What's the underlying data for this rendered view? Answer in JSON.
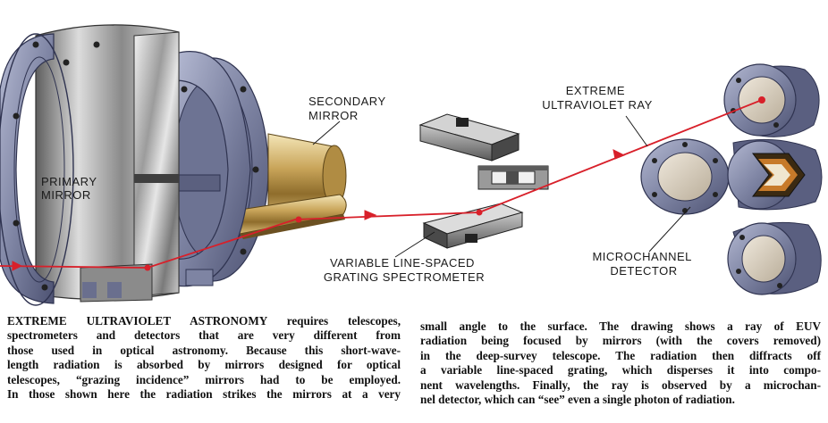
{
  "labels": {
    "secondary_mirror": [
      "SECONDARY",
      "MIRROR"
    ],
    "primary_mirror": [
      "PRIMARY",
      "MIRROR"
    ],
    "euv_ray": [
      "EXTREME",
      "ULTRAVIOLET RAY"
    ],
    "grating": [
      "VARIABLE LINE-SPACED",
      "GRATING SPECTROMETER"
    ],
    "detector": [
      "MICROCHANNEL",
      "DETECTOR"
    ]
  },
  "caption": {
    "left_lines": [
      "EXTREME ULTRAVIOLET ASTRONOMY requires telescopes,",
      "spectrometers and detectors that are very different from",
      "those used in optical astronomy. Because this short-wave-",
      "length radiation is absorbed by mirrors designed for optical",
      "telescopes, “grazing incidence” mirrors had to be employed.",
      "In those shown here the radiation strikes the mirrors at a very"
    ],
    "right_lines": [
      "small angle to the surface. The drawing shows a ray of EUV",
      "radiation being focused by mirrors (with the covers removed)",
      "in the deep-survey telescope. The radiation then diffracts off",
      "a variable line-spaced grating, which disperses it into compo-",
      "nent wavelengths. Finally, the ray is observed by a microchan-",
      "nel detector, which can “see” even a single photon of radiation."
    ]
  },
  "colors": {
    "ray": "#d8202a",
    "flange": "#8a90ad",
    "flange_dark": "#4b5070",
    "mirror_gold": "#c8a75c",
    "detector_face": "#d9cfc0"
  }
}
